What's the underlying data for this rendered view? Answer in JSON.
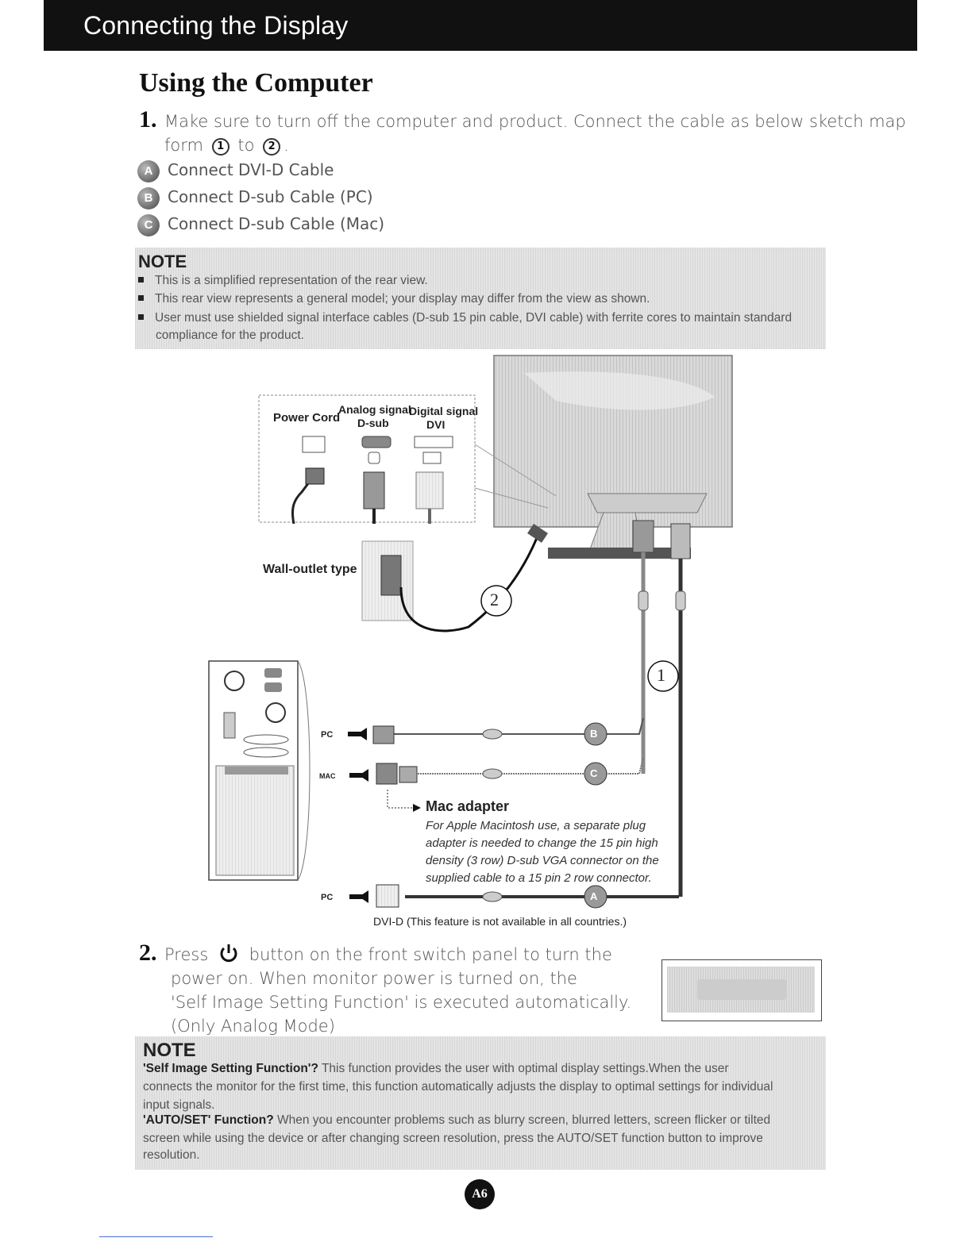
{
  "header": {
    "title": "Connecting the Display"
  },
  "section": {
    "title": "Using the Computer"
  },
  "step1": {
    "number": "1.",
    "line1": "Make sure to turn off the computer and  product. Connect the cable as below sketch map",
    "line2_prefix": "form",
    "line2_mid": "to",
    "line2_suffix": ".",
    "marker1": "1",
    "marker2": "2"
  },
  "connections": [
    {
      "badge": "A",
      "label": "Connect DVI-D Cable"
    },
    {
      "badge": "B",
      "label": "Connect D-sub Cable (PC)"
    },
    {
      "badge": "C",
      "label": "Connect D-sub Cable (Mac)"
    }
  ],
  "note1": {
    "title": "NOTE",
    "bullets": [
      "This is a simplified representation of the rear view.",
      "This rear view represents a general model; your display may differ from the view as shown.",
      "User must use shielded signal interface cables (D-sub 15 pin cable, DVI cable) with ferrite cores to maintain standard"
    ],
    "bullet3_cont": "compliance for the product."
  },
  "diagram": {
    "power_cord": "Power Cord",
    "analog_signal": "Analog signal",
    "dsub": "D-sub",
    "digital_signal": "Digital signal",
    "dvi": "DVI",
    "wall_outlet": "Wall-outlet type",
    "callout_1": "1",
    "callout_2": "2",
    "pc_label": "PC",
    "mac_label": "MAC",
    "pc_label_2": "PC",
    "mac_adapter_title": "Mac adapter",
    "mac_adapter_text": [
      "For Apple Macintosh use, a  separate plug",
      "adapter is needed to change the 15 pin high",
      "density (3 row) D-sub VGA connector on the",
      "supplied cable to a 15 pin  2 row connector."
    ],
    "dvi_caption": "DVI-D (This feature is not available in all countries.)",
    "badge_a": "A",
    "badge_b": "B",
    "badge_c": "C"
  },
  "step2": {
    "number": "2.",
    "line1_prefix": "Press",
    "line1_suffix": "button on the front switch panel to turn the",
    "line2": "power on. When monitor power is turned on, the",
    "line3": "'Self Image Setting Function' is executed automatically.",
    "line4": "(Only Analog Mode)"
  },
  "note2": {
    "title": "NOTE",
    "p1_bold": "'Self Image Setting Function'?",
    "p1_line1": " This function provides the user with optimal display settings.When the user",
    "p1_line2": "connects the monitor for the first time, this function automatically adjusts the display to optimal settings for individual",
    "p1_line3": "input signals.",
    "p2_bold": "'AUTO/SET' Function?",
    "p2_line1": " When you encounter problems such as blurry screen, blurred letters, screen flicker or tilted",
    "p2_line2": "screen while using the device or after changing screen resolution, press the AUTO/SET function button to improve",
    "p2_line3": "resolution."
  },
  "page": {
    "number": "A6"
  }
}
